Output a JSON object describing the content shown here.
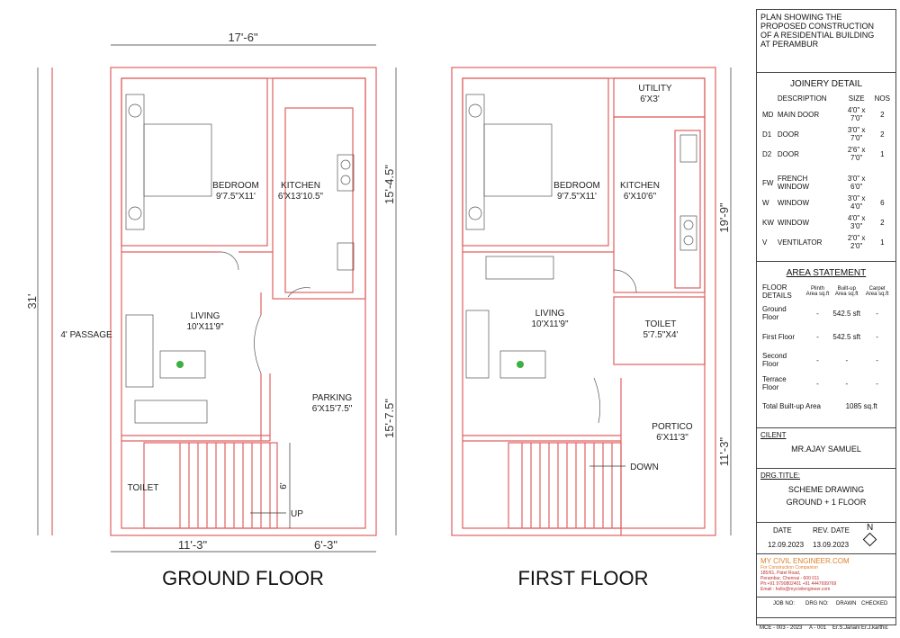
{
  "plan": {
    "ground_floor_title": "GROUND FLOOR",
    "first_floor_title": "FIRST FLOOR",
    "dims": {
      "top_width": "17'-6\"",
      "left_total": "31'",
      "gf_right_upper": "15'-4.5\"",
      "gf_right_lower": "15'-7.5\"",
      "gf_bottom_left": "11'-3\"",
      "gf_bottom_right": "6'-3\"",
      "gf_stair": "6'",
      "ff_right_upper": "19'-9\"",
      "ff_right_lower": "11'-3\""
    },
    "ground_rooms": {
      "bedroom": "BEDROOM",
      "bedroom_size": "9'7.5\"X11'",
      "kitchen": "KITCHEN",
      "kitchen_size": "6'X13'10.5\"",
      "living": "LIVING",
      "living_size": "10'X11'9\"",
      "passage": "4' PASSAGE",
      "parking": "PARKING",
      "parking_size": "6'X15'7.5\"",
      "toilet": "TOILET",
      "up": "UP"
    },
    "first_rooms": {
      "utility": "UTILITY",
      "utility_size": "6'X3'",
      "bedroom": "BEDROOM",
      "bedroom_size": "9'7.5\"X11'",
      "kitchen": "KITCHEN",
      "kitchen_size": "6'X10'6\"",
      "living": "LIVING",
      "living_size": "10'X11'9\"",
      "toilet": "TOILET",
      "toilet_size": "5'7.5\"X4'",
      "portico": "PORTICO",
      "portico_size": "6'X11'3\"",
      "down": "DOWN"
    }
  },
  "title_block": {
    "project_lines": [
      "PLAN SHOWING THE",
      "PROPOSED CONSTRUCTION",
      "OF A RESIDENTIAL BUILDING",
      "AT PERAMBUR"
    ],
    "joinery_title": "JOINERY DETAIL",
    "joinery_headers": [
      "DESCRIPTION",
      "SIZE",
      "NOS"
    ],
    "joinery_rows": [
      {
        "code": "MD",
        "desc": "MAIN DOOR",
        "size": "4'0\" x 7'0\"",
        "nos": "2"
      },
      {
        "code": "D1",
        "desc": "DOOR",
        "size": "3'0\" x 7'0\"",
        "nos": "2"
      },
      {
        "code": "D2",
        "desc": "DOOR",
        "size": "2'6\" x 7'0\"",
        "nos": "1"
      },
      {
        "code": "FW",
        "desc": "FRENCH WINDOW",
        "size": "3'0\" x 6'0\"",
        "nos": ""
      },
      {
        "code": "W",
        "desc": "WINDOW",
        "size": "3'0\" x 4'0\"",
        "nos": "6"
      },
      {
        "code": "KW",
        "desc": "WINDOW",
        "size": "4'0\" x 3'0\"",
        "nos": "2"
      },
      {
        "code": "V",
        "desc": "VENTILATOR",
        "size": "2'0\" x 2'0\"",
        "nos": "1"
      }
    ],
    "area_title": "AREA STATEMENT",
    "area_headers": [
      "FLOOR DETAILS",
      "Plinth Area sq.ft",
      "Built-up Area sq.ft",
      "Carpet Area sq.ft"
    ],
    "area_rows": [
      {
        "floor": "Ground Floor",
        "plinth": "-",
        "built": "542.5 sft",
        "carpet": "-"
      },
      {
        "floor": "First Floor",
        "plinth": "-",
        "built": "542.5 sft",
        "carpet": "-"
      },
      {
        "floor": "Second Floor",
        "plinth": "-",
        "built": "-",
        "carpet": "-"
      },
      {
        "floor": "Terrace Floor",
        "plinth": "-",
        "built": "-",
        "carpet": "-"
      }
    ],
    "total_label": "Total Built-up Area",
    "total_value": "1085 sq.ft",
    "client_label": "CILENT",
    "client_name": "MR.AJAY SAMUEL",
    "drg_title_label": "DRG.TITLE:",
    "drg_title_lines": [
      "SCHEME DRAWING",
      "GROUND + 1 FLOOR"
    ],
    "date_label": "DATE",
    "rev_date_label": "REV. DATE",
    "date": "12.09.2023",
    "rev_date": "13.09.2023",
    "north": "N",
    "company": "MY CIVIL ENGINEER.COM",
    "company_tagline": "For Construction Companion",
    "company_address_lines": [
      "185/61, Patel Road,",
      "Perambur, Chennai - 600 011",
      "Ph:+91 9790802401 +91 4447699769",
      "Email : hello@mycivilengineer.com"
    ],
    "footer_headers": [
      "JOB NO:",
      "DRG NO:",
      "DRAWN",
      "CHECKED"
    ],
    "footer_values": [
      "MCE - 003 - 2023",
      "A - 001",
      "Er.S.Janani",
      "Er.J.karthic"
    ]
  }
}
